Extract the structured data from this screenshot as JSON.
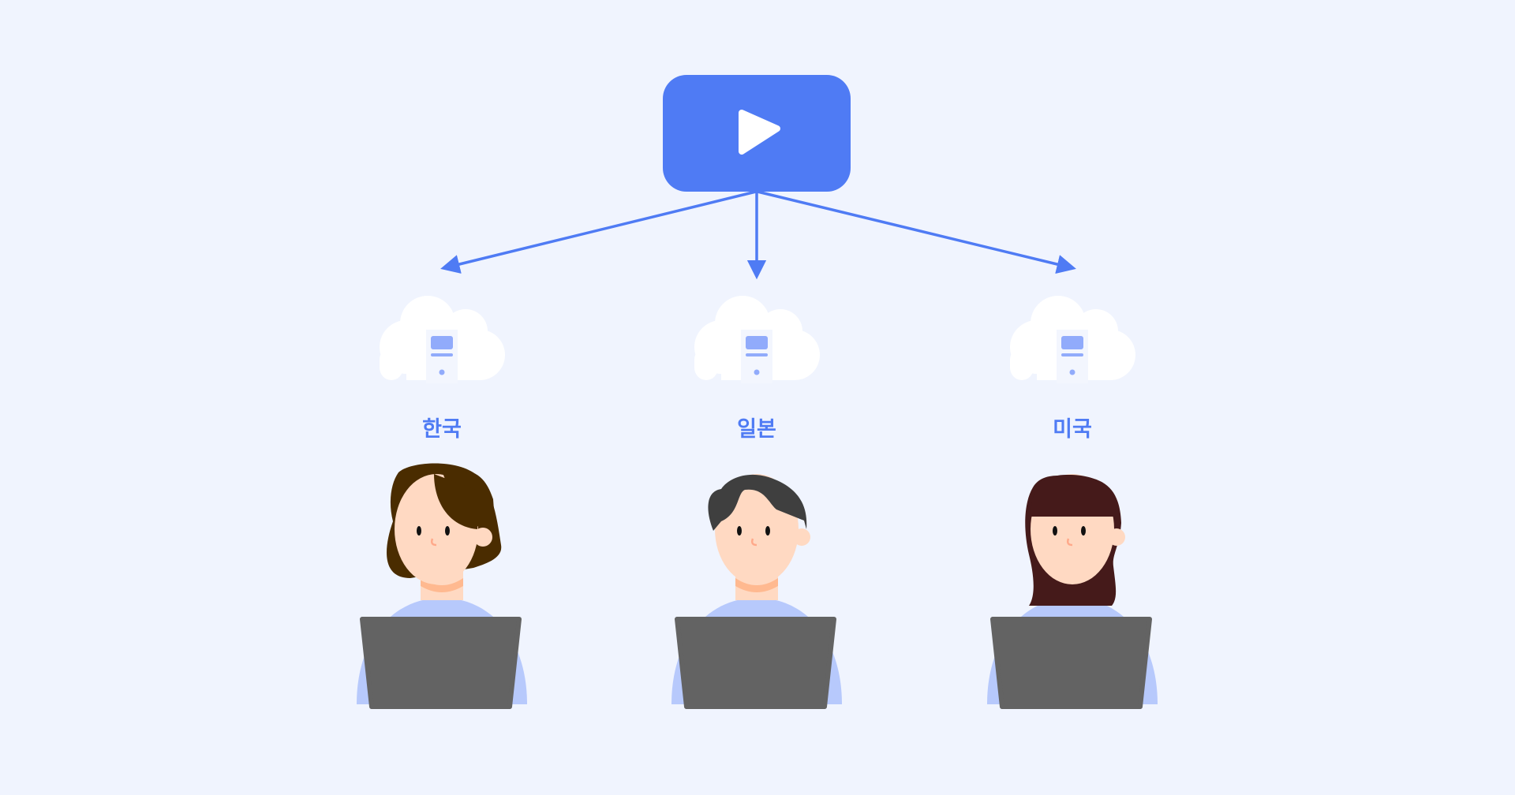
{
  "colors": {
    "accent": "#4f7bf4",
    "background": "#f0f4fe",
    "server": "#91abfb",
    "shirt": "#b7c9fc",
    "laptop": "#636363",
    "skin": "#ffd9c2"
  },
  "regions": [
    {
      "label": "한국",
      "hair": "#4a2c00"
    },
    {
      "label": "일본",
      "hair": "#3f3f3f"
    },
    {
      "label": "미국",
      "hair": "#451a1a"
    }
  ],
  "icons": {
    "source": "play-icon",
    "server": "cloud-server-icon"
  }
}
